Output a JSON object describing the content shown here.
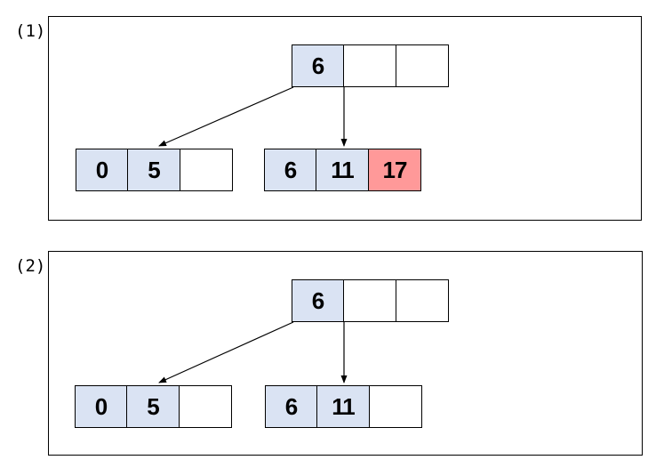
{
  "colors": {
    "key_cell_fill": "#dae3f3",
    "highlight_cell_fill": "#ff9999",
    "border": "#000000",
    "background": "#ffffff"
  },
  "panels": [
    {
      "label": "(1)",
      "root": {
        "cells": [
          {
            "text": "6",
            "fill": "blue"
          },
          {
            "text": "",
            "fill": "white"
          },
          {
            "text": "",
            "fill": "white"
          }
        ]
      },
      "left_child": {
        "cells": [
          {
            "text": "0",
            "fill": "blue"
          },
          {
            "text": "5",
            "fill": "blue"
          },
          {
            "text": "",
            "fill": "white"
          }
        ]
      },
      "right_child": {
        "cells": [
          {
            "text": "6",
            "fill": "blue"
          },
          {
            "text": "11",
            "fill": "blue"
          },
          {
            "text": "17",
            "fill": "red"
          }
        ]
      }
    },
    {
      "label": "(2)",
      "root": {
        "cells": [
          {
            "text": "6",
            "fill": "blue"
          },
          {
            "text": "",
            "fill": "white"
          },
          {
            "text": "",
            "fill": "white"
          }
        ]
      },
      "left_child": {
        "cells": [
          {
            "text": "0",
            "fill": "blue"
          },
          {
            "text": "5",
            "fill": "blue"
          },
          {
            "text": "",
            "fill": "white"
          }
        ]
      },
      "right_child": {
        "cells": [
          {
            "text": "6",
            "fill": "blue"
          },
          {
            "text": "11",
            "fill": "blue"
          },
          {
            "text": "",
            "fill": "white"
          }
        ]
      }
    }
  ]
}
